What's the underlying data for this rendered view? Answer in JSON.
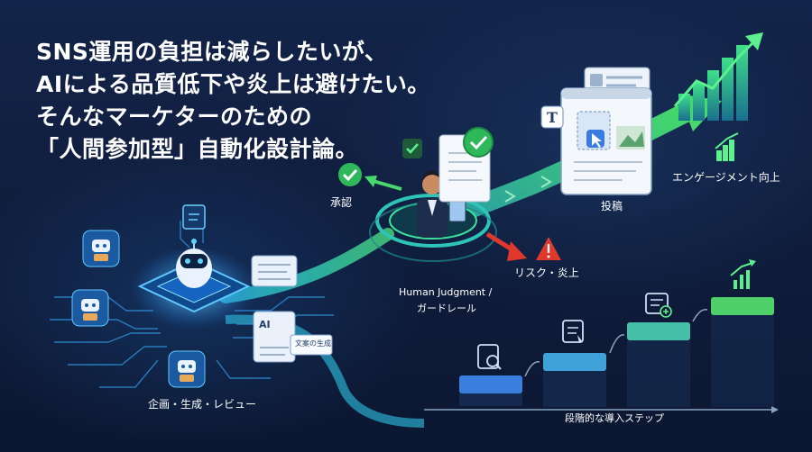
{
  "headline": {
    "line1": "SNS運用の負担は減らしたいが、",
    "line2": "AIによる品質低下や炎上は避けたい。",
    "line3": "そんなマーケターのための",
    "line4": "「人間参加型」自動化設計論。"
  },
  "labels": {
    "approval": "承認",
    "post": "投稿",
    "engagement": "エンゲージメント向上",
    "risk": "リスク・炎上",
    "human_judgment": "Human Judgment /",
    "guardrail": "ガードレール",
    "ai_flow": "企画・生成・レビュー",
    "steps": "段階的な導入ステップ",
    "doc_ai": "AI",
    "doc_caption": "文案の生成"
  },
  "colors": {
    "background": "#0f1c3b",
    "accent_green": "#3ddc84",
    "accent_teal": "#2ec4b6",
    "accent_blue": "#4aa8ff",
    "risk_red": "#e0392b"
  },
  "icons": [
    "robot-icon",
    "check-icon",
    "warning-icon",
    "trend-chart-icon",
    "search-doc-icon",
    "document-icon",
    "cursor-icon"
  ]
}
